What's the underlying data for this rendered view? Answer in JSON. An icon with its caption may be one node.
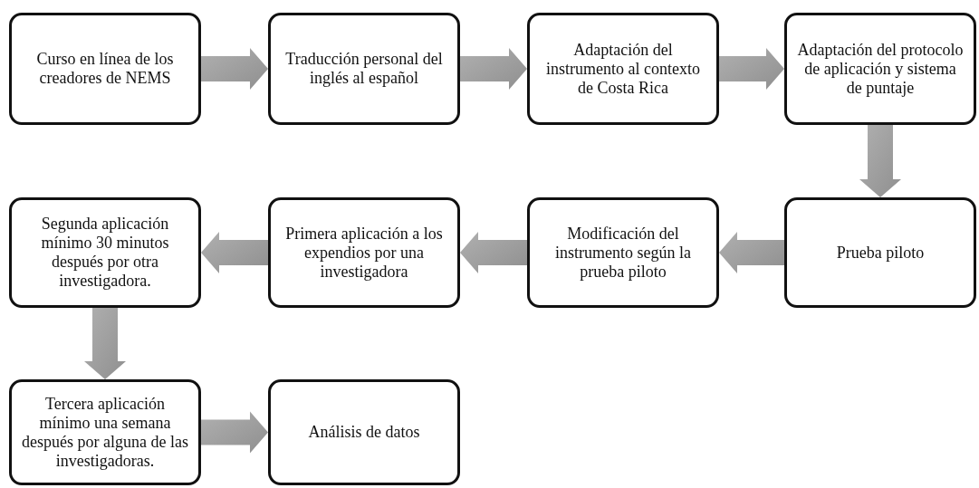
{
  "diagram": {
    "nodes": [
      {
        "text": [
          "Curso en línea de los creadores de NEMS"
        ]
      },
      {
        "text": [
          "Traducción personal del inglés al español"
        ]
      },
      {
        "text": [
          "Adaptación del instrumento al contexto de Costa Rica"
        ]
      },
      {
        "text": [
          "Adaptación del protocolo de aplicación y sistema de puntaje"
        ]
      },
      {
        "text": [
          "Segunda aplicación mínimo 30 minutos después por otra investigadora."
        ]
      },
      {
        "text": [
          "Primera aplicación a los expendios por una investigadora"
        ]
      },
      {
        "text": [
          "Modificación del instrumento según la prueba piloto"
        ]
      },
      {
        "text": [
          "Prueba piloto"
        ]
      },
      {
        "text": [
          "Tercera aplicación mínimo una semana después por alguna de las investigadoras."
        ]
      },
      {
        "text": [
          "Análisis de datos"
        ]
      }
    ],
    "edges": [
      {
        "from": 0,
        "to": 1,
        "arrow": "to"
      },
      {
        "from": 1,
        "to": 2,
        "arrow": "to"
      },
      {
        "from": 2,
        "to": 3,
        "arrow": "to"
      },
      {
        "from": 3,
        "to": 7,
        "arrow": "to"
      },
      {
        "from": 7,
        "to": 6,
        "arrow": "to"
      },
      {
        "from": 6,
        "to": 5,
        "arrow": "to"
      },
      {
        "from": 5,
        "to": 4,
        "arrow": "to"
      },
      {
        "from": 4,
        "to": 8,
        "arrow": "to"
      },
      {
        "from": 8,
        "to": 9,
        "arrow": "to"
      }
    ]
  }
}
